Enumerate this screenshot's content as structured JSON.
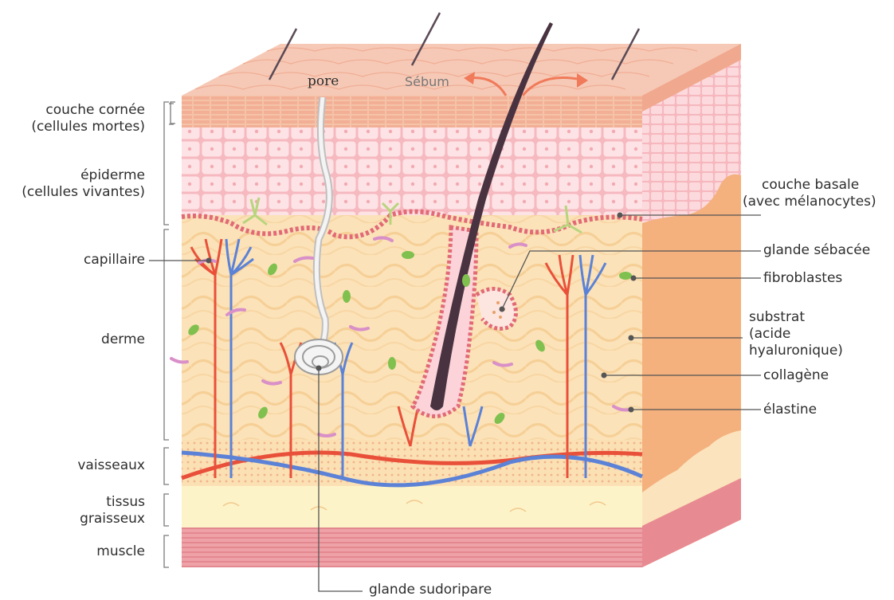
{
  "labels": {
    "pore": "pore",
    "sebum": "Sébum",
    "couche_cornee": [
      "couche cornée",
      "(cellules mortes)"
    ],
    "epiderme": [
      "épiderme",
      "(cellules vivantes)"
    ],
    "capillaire": "capillaire",
    "derme": "derme",
    "vaisseaux": "vaisseaux",
    "tissus_graisseux": [
      "tissus",
      "graisseux"
    ],
    "muscle": "muscle",
    "couche_basale": [
      "couche basale",
      "(avec mélanocytes)"
    ],
    "glande_sebacee": "glande sébacée",
    "fibroblastes": "fibroblastes",
    "substrat": [
      "substrat",
      "(acide",
      "hyaluronique)"
    ],
    "collagene": "collagène",
    "elastine": "élastine",
    "glande_sudoripare": "glande sudoripare"
  },
  "colors": {
    "skin_surface": "#f6c6b4",
    "stratum_corneum": "#f2b49a",
    "epidermis": "#f9ccd1",
    "basal_layer": "#e5707a",
    "dermis": "#fbe0b4",
    "side_face": "#f3b27f",
    "fat": "#fdf3c8",
    "muscle": "#e98c93",
    "artery": "#e9503a",
    "vein": "#5b82d6",
    "hair": "#4a3341",
    "sebum_arrow": "#f07a5a",
    "fibroblast": "#7fc04e",
    "elastin": "#d98fc8"
  }
}
